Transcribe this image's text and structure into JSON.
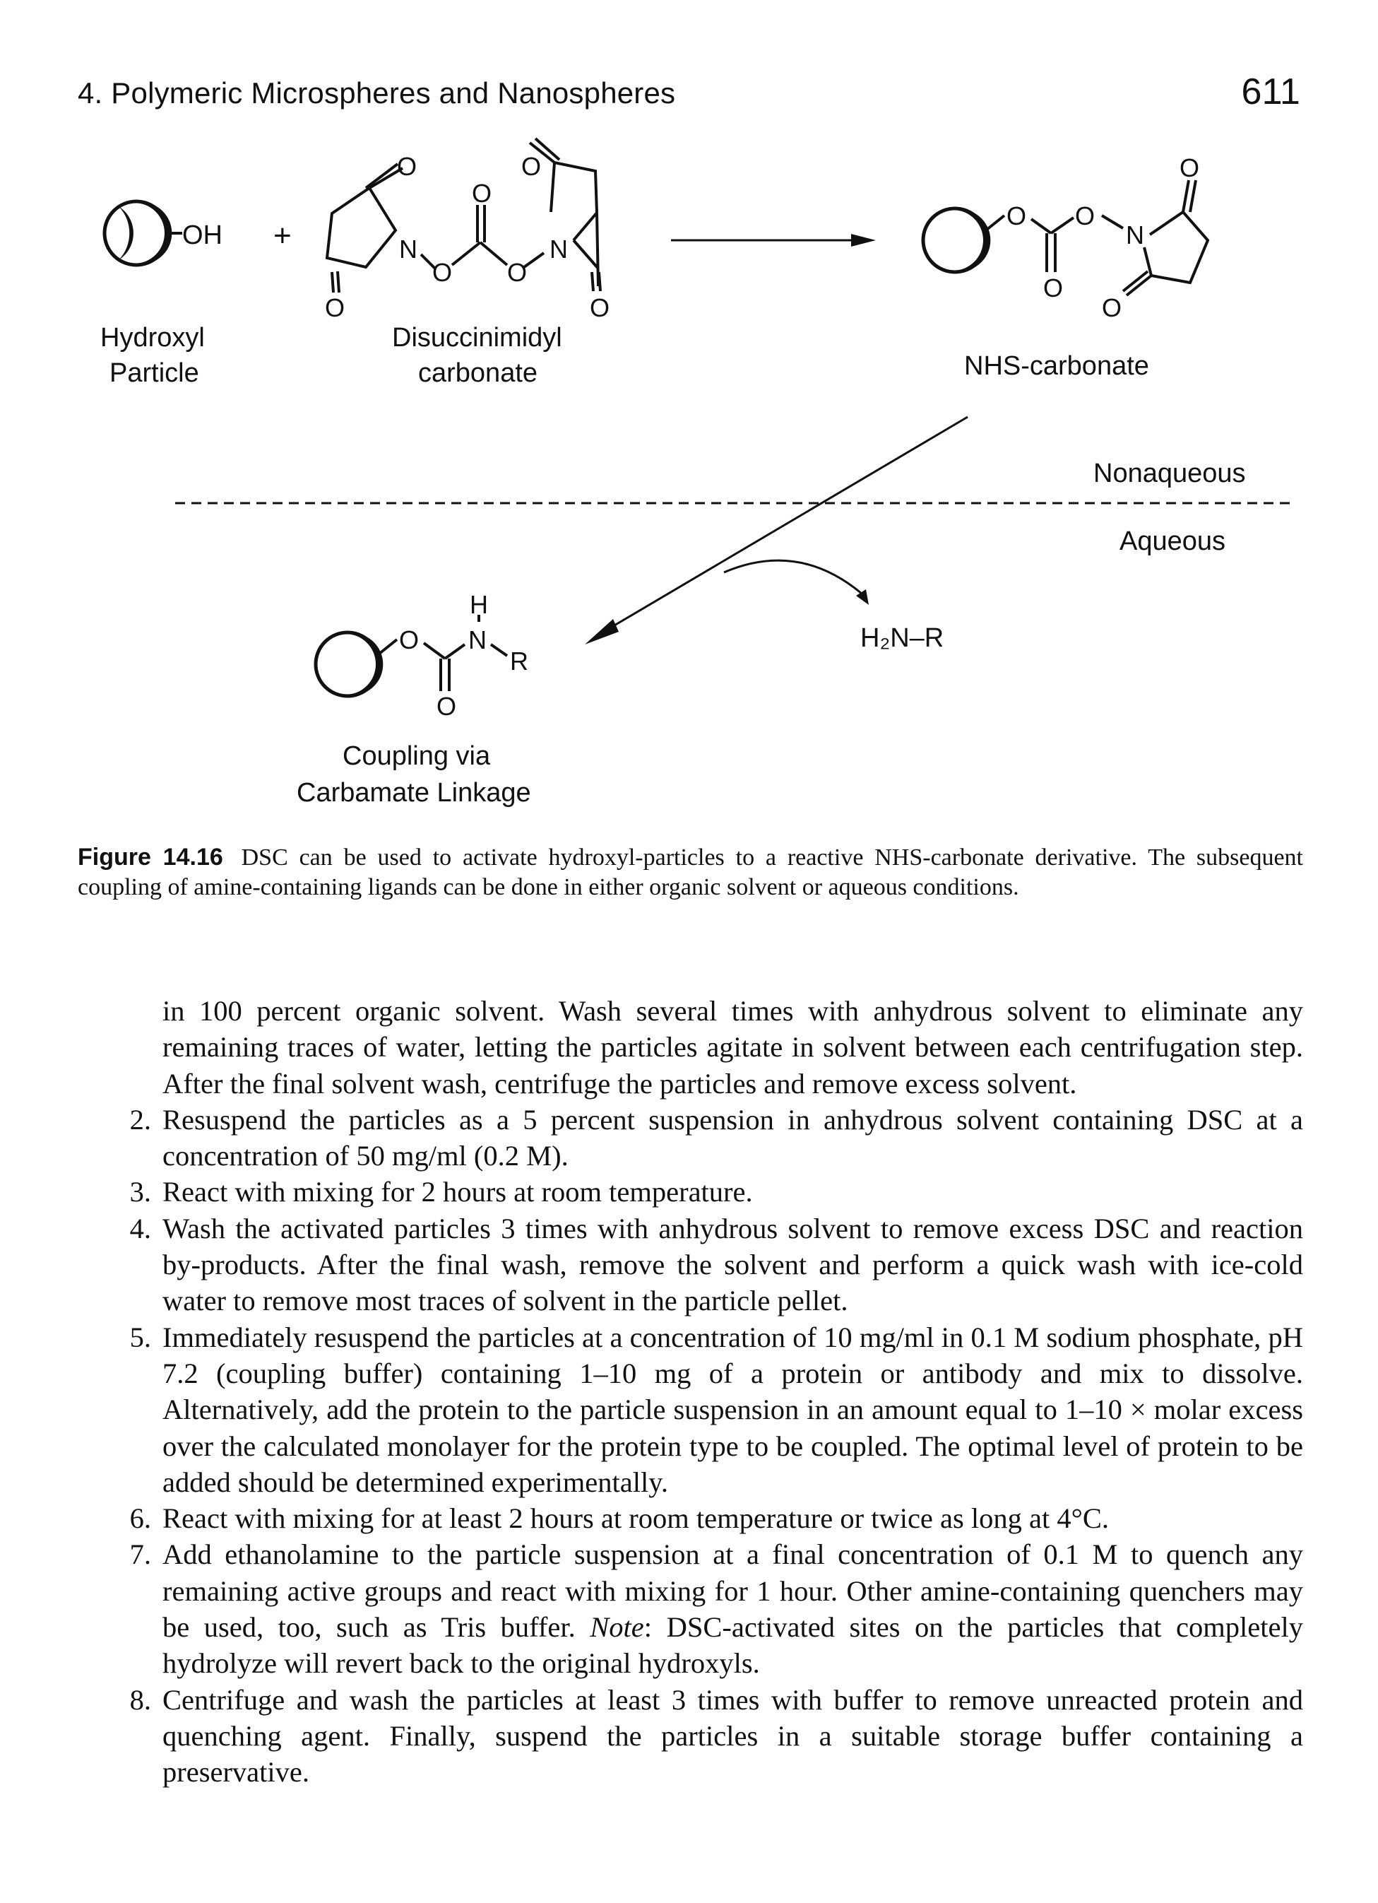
{
  "header": {
    "running_title": "4. Polymeric Microspheres and Nanospheres",
    "page_number": "611"
  },
  "figure": {
    "labels": {
      "oh": "OH",
      "plus": "+",
      "hydroxyl_line1": "Hydroxyl",
      "hydroxyl_line2": "Particle",
      "dsc_line1": "Disuccinimidyl",
      "dsc_line2": "carbonate",
      "nhs_carbonate": "NHS-carbonate",
      "nonaqueous": "Nonaqueous",
      "aqueous": "Aqueous",
      "amine": "H₂N–R",
      "coupling_line1": "Coupling via",
      "coupling_line2": "Carbamate Linkage",
      "atom_o": "O",
      "atom_n": "N",
      "atom_h": "H",
      "atom_r": "R"
    },
    "caption_label": "Figure 14.16",
    "caption_text": "DSC can be used to activate hydroxyl-particles to a reactive NHS-carbonate derivative. The subsequent coupling of amine-containing ligands can be done in either organic solvent or aqueous conditions."
  },
  "body": {
    "intro": "in 100 percent organic solvent. Wash several times with anhydrous solvent to eliminate any remaining traces of water, letting the particles agitate in solvent between each centrifugation step. After the final solvent wash, centrifuge the particles and remove excess solvent.",
    "steps": [
      {
        "num": "2.",
        "text": "Resuspend the particles as a 5 percent suspension in anhydrous solvent containing DSC at a concentration of 50 mg/ml (0.2 M)."
      },
      {
        "num": "3.",
        "text": "React with mixing for 2 hours at room temperature."
      },
      {
        "num": "4.",
        "text": "Wash the activated particles 3 times with anhydrous solvent to remove excess DSC and reaction by-products. After the final wash, remove the solvent and perform a quick wash with ice-cold water to remove most traces of solvent in the particle pellet."
      },
      {
        "num": "5.",
        "text": "Immediately resuspend the particles at a concentration of 10 mg/ml in 0.1 M sodium phosphate, pH 7.2 (coupling buffer) containing 1–10 mg of a protein or antibody and mix to dissolve. Alternatively, add the protein to the particle suspension in an amount equal to 1–10 × molar excess over the calculated monolayer for the protein type to be coupled. The optimal level of protein to be added should be determined experimentally."
      },
      {
        "num": "6.",
        "text": "React with mixing for at least 2 hours at room temperature or twice as long at 4°C."
      },
      {
        "num": "7.",
        "text_before_note": "Add ethanolamine to the particle suspension at a final concentration of 0.1 M to quench any remaining active groups and react with mixing for 1 hour. Other amine-containing quenchers may be used, too, such as Tris buffer. ",
        "note_label": "Note",
        "text_after_note": ": DSC-activated sites on the particles that completely hydrolyze will revert back to the original hydroxyls."
      },
      {
        "num": "8.",
        "text": "Centrifuge and wash the particles at least 3 times with buffer to remove unreacted protein and quenching agent. Finally, suspend the particles in a suitable storage buffer containing a preservative."
      }
    ]
  }
}
